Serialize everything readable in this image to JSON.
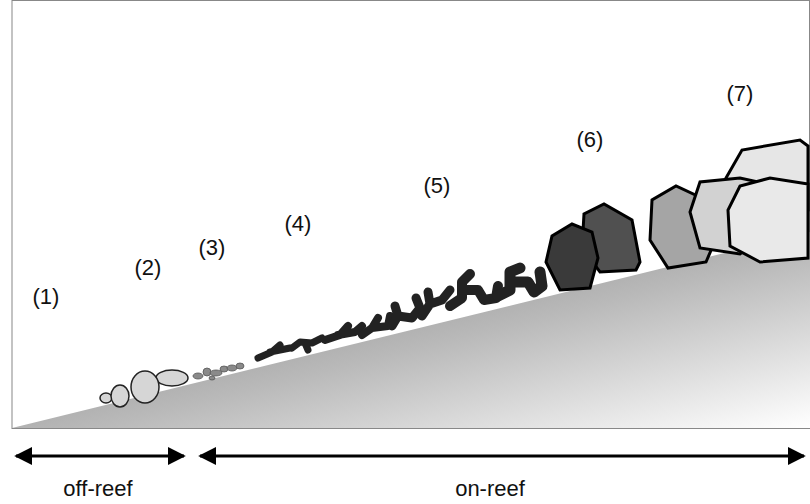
{
  "diagram": {
    "labels": [
      "(1)",
      "(2)",
      "(3)",
      "(4)",
      "(5)",
      "(6)",
      "(7)",
      "off-reef",
      "on-reef"
    ]
  }
}
